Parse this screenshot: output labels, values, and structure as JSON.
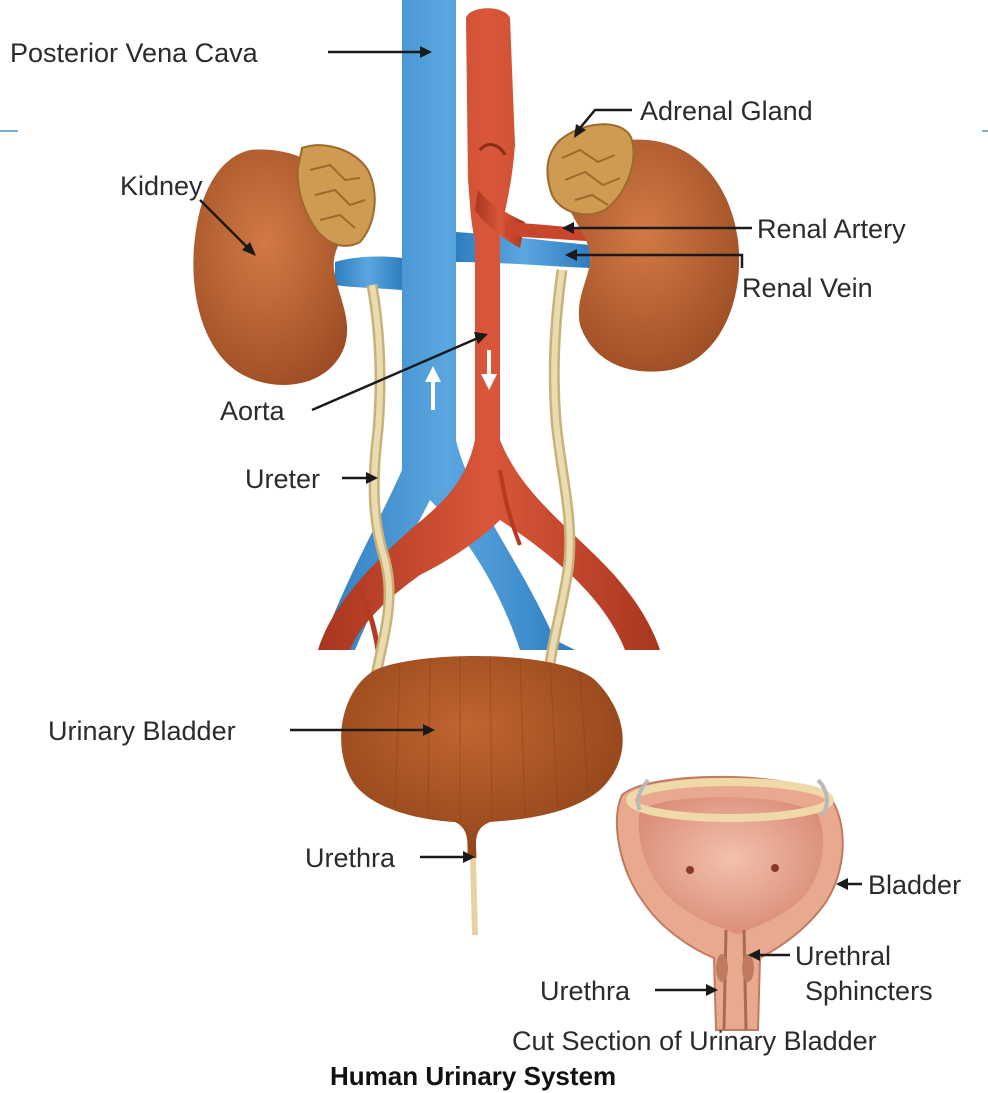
{
  "title": "Human Urinary System",
  "labels": {
    "posterior_vena_cava": "Posterior Vena Cava",
    "adrenal_gland": "Adrenal Gland",
    "kidney": "Kidney",
    "renal_artery": "Renal Artery",
    "renal_vein": "Renal Vein",
    "aorta": "Aorta",
    "ureter": "Ureter",
    "urinary_bladder": "Urinary Bladder",
    "urethra": "Urethra",
    "bladder": "Bladder",
    "urethra_section": "Urethra",
    "urethral_sphincters_line1": "Urethral",
    "urethral_sphincters_line2": "Sphincters",
    "cut_section_caption": "Cut Section of Urinary Bladder"
  },
  "colors": {
    "vein_blue": "#3f8fcf",
    "artery_red": "#c8462b",
    "kidney_brown": "#b65a2c",
    "adrenal_tan": "#cf9b52",
    "ureter_beige": "#e8d7a8",
    "bladder_brown": "#a9531f",
    "section_pink": "#e7a48d"
  }
}
